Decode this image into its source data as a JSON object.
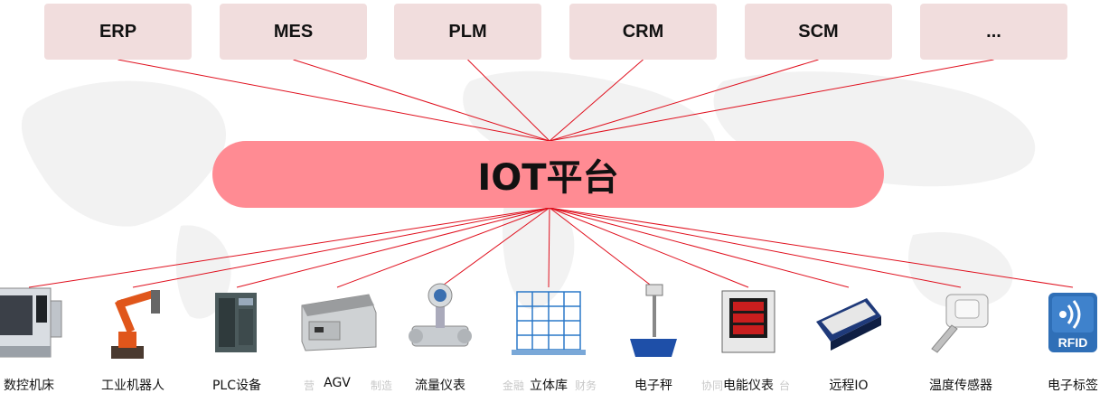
{
  "systems": [
    "ERP",
    "MES",
    "PLM",
    "CRM",
    "SCM",
    "..."
  ],
  "platform": {
    "label": "IOT平台"
  },
  "devices": [
    {
      "label": "数控机床",
      "icon": "cnc-machine-icon"
    },
    {
      "label": "工业机器人",
      "icon": "industrial-robot-icon"
    },
    {
      "label": "PLC设备",
      "icon": "plc-module-icon"
    },
    {
      "label": "AGV",
      "icon": "agv-vehicle-icon"
    },
    {
      "label": "流量仪表",
      "icon": "flow-meter-icon"
    },
    {
      "label": "立体库",
      "icon": "warehouse-rack-icon"
    },
    {
      "label": "电子秤",
      "icon": "scale-icon"
    },
    {
      "label": "电能仪表",
      "icon": "power-meter-icon"
    },
    {
      "label": "远程IO",
      "icon": "remote-io-icon"
    },
    {
      "label": "温度传感器",
      "icon": "temperature-sensor-icon"
    },
    {
      "label": "电子标签",
      "icon": "rfid-tag-icon"
    }
  ],
  "rfid_text": "RFID",
  "faded_texts": [
    "营",
    "制造",
    "金融",
    "财务",
    "协同",
    "台"
  ],
  "colors": {
    "system_box": "#f1dddd",
    "platform": "#ff8b93",
    "line": "#e0101e"
  }
}
